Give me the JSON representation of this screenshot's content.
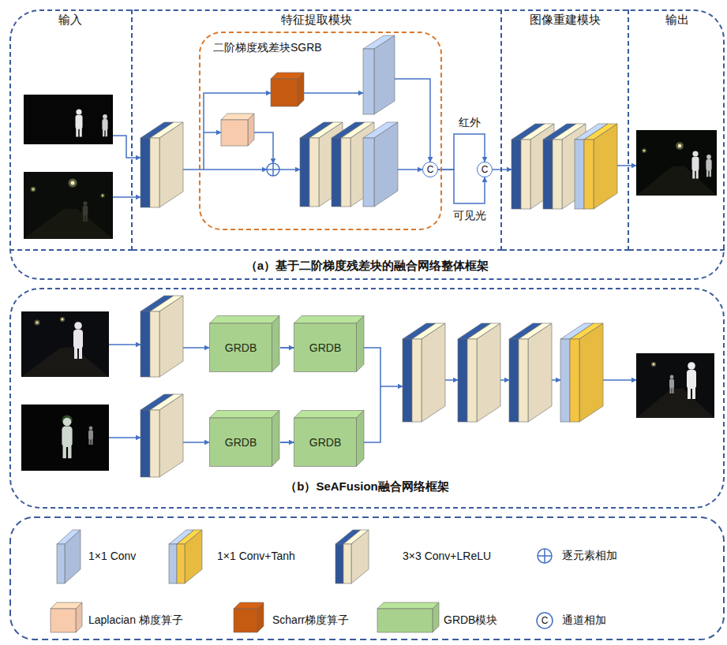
{
  "diagram": {
    "nodes": [
      {
        "text": [
          "（a）基于二阶梯度残差块的融合网络整体框架"
        ]
      },
      {
        "text": [
          "输入"
        ],
        "in": 0
      },
      {
        "text": [
          "特征提取模块"
        ],
        "in": 0
      },
      {
        "text": [
          "图像重建模块"
        ],
        "in": 0
      },
      {
        "text": [
          "输出"
        ],
        "in": 0
      },
      {
        "text": [
          "二阶梯度残差块SGRB"
        ],
        "in": 2
      },
      {
        "text": [
          "C"
        ],
        "in": 5
      },
      {
        "text": [
          "C"
        ],
        "in": 2
      },
      {
        "text": [
          "（b）SeAFusion融合网络框架"
        ]
      },
      {
        "text": [
          "GRDB"
        ],
        "in": 8
      },
      {
        "text": [
          "GRDB"
        ],
        "in": 8
      },
      {
        "text": [
          "GRDB"
        ],
        "in": 8
      },
      {
        "text": [
          "GRDB"
        ],
        "in": 8
      }
    ],
    "edges": [
      {
        "from": 6,
        "to": 7,
        "label": "红外",
        "arrow": "to"
      },
      {
        "from": 6,
        "to": 7,
        "label": "可见光",
        "arrow": "to"
      },
      {
        "from": 9,
        "to": 10,
        "arrow": "to"
      },
      {
        "from": 11,
        "to": 12,
        "arrow": "to"
      }
    ],
    "labels": [
      "C"
    ],
    "legend": [
      {
        "text": "1×1 Conv",
        "color": "#b4c7e7"
      },
      {
        "text": "1×1 Conv+Tanh"
      },
      {
        "text": "3×3 Conv+LReLU"
      },
      {
        "text": "逐元素相加"
      },
      {
        "text": "Laplacian 梯度算子",
        "color": "#f8cbad"
      },
      {
        "text": "Scharr梯度算子",
        "color": "#c55a11"
      },
      {
        "text": "GRDB模块",
        "color": "#a9d18e"
      },
      {
        "text": "通道相加"
      }
    ]
  }
}
